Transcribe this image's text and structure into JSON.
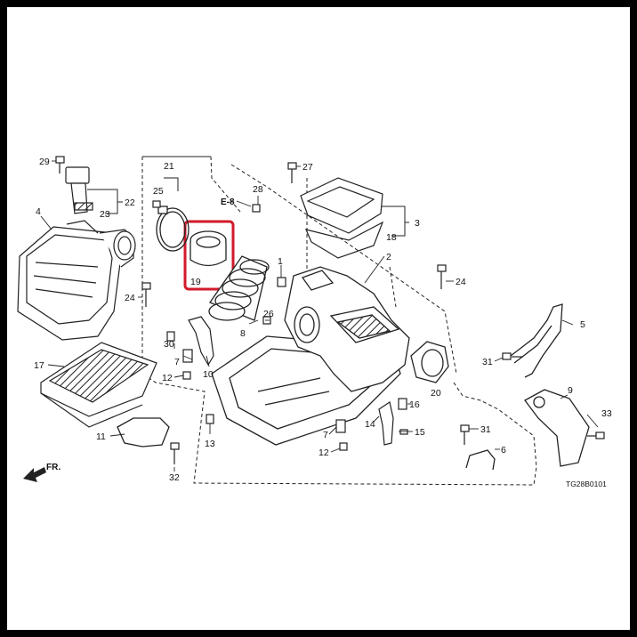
{
  "diagram": {
    "ref_code": "TG28B0101",
    "front_label": "FR.",
    "ref_tag": "E-8",
    "highlight_color": "#d11a2a",
    "parts": [
      {
        "no": "1"
      },
      {
        "no": "2"
      },
      {
        "no": "3"
      },
      {
        "no": "4"
      },
      {
        "no": "5"
      },
      {
        "no": "6"
      },
      {
        "no": "7"
      },
      {
        "no": "7"
      },
      {
        "no": "8"
      },
      {
        "no": "9"
      },
      {
        "no": "10"
      },
      {
        "no": "11"
      },
      {
        "no": "12"
      },
      {
        "no": "12"
      },
      {
        "no": "13"
      },
      {
        "no": "14"
      },
      {
        "no": "15"
      },
      {
        "no": "16"
      },
      {
        "no": "17"
      },
      {
        "no": "18"
      },
      {
        "no": "19"
      },
      {
        "no": "20"
      },
      {
        "no": "21"
      },
      {
        "no": "22"
      },
      {
        "no": "23"
      },
      {
        "no": "24"
      },
      {
        "no": "24"
      },
      {
        "no": "25"
      },
      {
        "no": "26"
      },
      {
        "no": "27"
      },
      {
        "no": "28"
      },
      {
        "no": "29"
      },
      {
        "no": "30"
      },
      {
        "no": "31"
      },
      {
        "no": "31"
      },
      {
        "no": "32"
      },
      {
        "no": "33"
      }
    ]
  }
}
